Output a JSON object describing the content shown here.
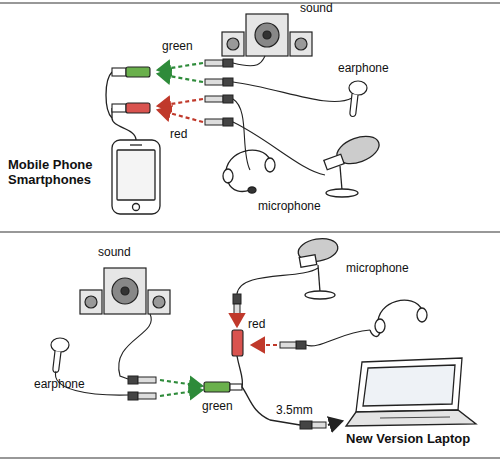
{
  "diagram": {
    "labels": [
      "sound",
      "green",
      "earphone",
      "red",
      "Mobile Phone Smartphones",
      "microphone",
      "sound",
      "microphone",
      "red",
      "earphone",
      "green",
      "3.5mm",
      "New Version Laptop"
    ]
  }
}
